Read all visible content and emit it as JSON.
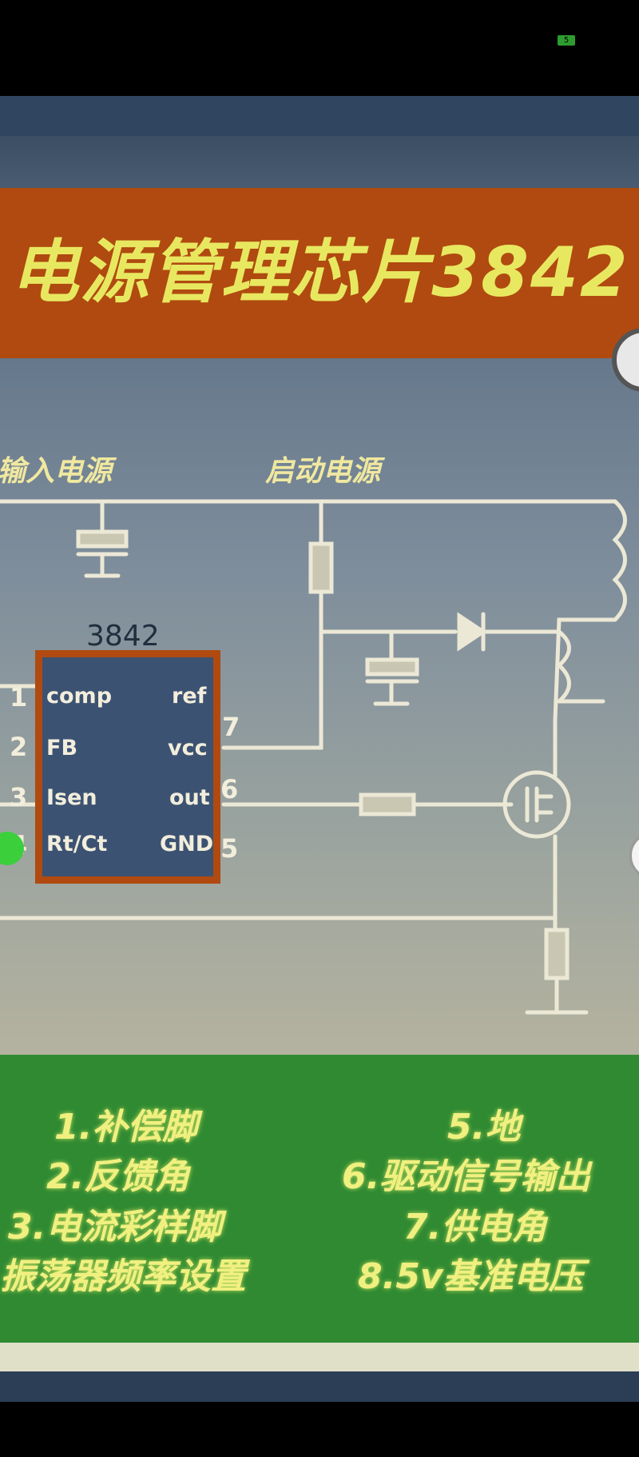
{
  "status_bar": {
    "battery_level": "5"
  },
  "video": {
    "title": "电源管理芯片3842",
    "labels": {
      "input_power": "输入电源",
      "startup_power": "启动电源",
      "chip_name": "3842"
    },
    "chip": {
      "left_pins": [
        {
          "number": "1",
          "label": "comp"
        },
        {
          "number": "2",
          "label": "FB"
        },
        {
          "number": "3",
          "label": "Isen"
        },
        {
          "number": "4",
          "label": "Rt/Ct"
        }
      ],
      "right_pins": [
        {
          "number": "",
          "label": "ref"
        },
        {
          "number": "7",
          "label": "vcc"
        },
        {
          "number": "6",
          "label": "out"
        },
        {
          "number": "5",
          "label": "GND"
        }
      ]
    },
    "legend": {
      "left": [
        "1.补偿脚",
        "2.反馈角",
        "3.电流彩样脚",
        "振荡器频率设置"
      ],
      "right": [
        "5.地",
        "6.驱动信号输出",
        "7.供电角",
        "8.5v基准电压"
      ]
    }
  },
  "colors": {
    "title_band": "#b04a10",
    "title_text": "#e8e860",
    "legend_panel": "#2f8a32",
    "chip_body": "#3c5272"
  }
}
